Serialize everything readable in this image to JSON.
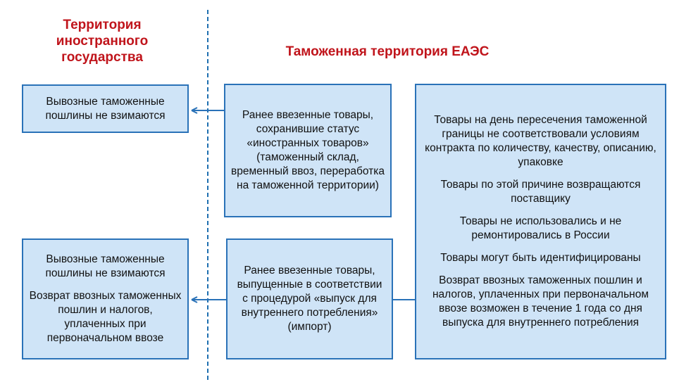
{
  "headings": {
    "foreign_territory": "Территория иностранного государства",
    "eaeu_territory": "Таможенная территория ЕАЭС"
  },
  "boxes": {
    "left_top": {
      "text": "Вывозные таможенные пошлины не взимаются"
    },
    "left_bottom": {
      "line1": "Вывозные таможенные пошлины не взимаются",
      "line2": "Возврат ввозных таможенных пошлин и налогов, уплаченных при первоначальном ввозе"
    },
    "middle_top": {
      "text": "Ранее ввезенные товары, сохранившие статус «иностранных товаров» (таможенный склад, временный ввоз, переработка на таможенной территории)"
    },
    "middle_bottom": {
      "text": "Ранее ввезенные товары, выпущенные в соответствии с процедурой «выпуск для внутреннего потребления» (импорт)"
    },
    "right": {
      "items": [
        "Товары на день пересечения таможенной границы не соответствовали условиям контракта по количеству, качеству, описанию, упаковке",
        "Товары по этой причине возвращаются поставщику",
        "Товары не использовались и не ремонтировались в России",
        "Товары могут быть идентифицированы",
        "Возврат ввозных таможенных пошлин и налогов, уплаченных при первоначальном ввозе возможен в течение 1 года со дня выпуска для внутреннего потребления"
      ]
    }
  },
  "colors": {
    "heading": "#c0141b",
    "box_fill": "#cfe4f7",
    "box_border": "#2a72b8",
    "arrow": "#2a72b8",
    "divider": "#1e6fb0"
  }
}
